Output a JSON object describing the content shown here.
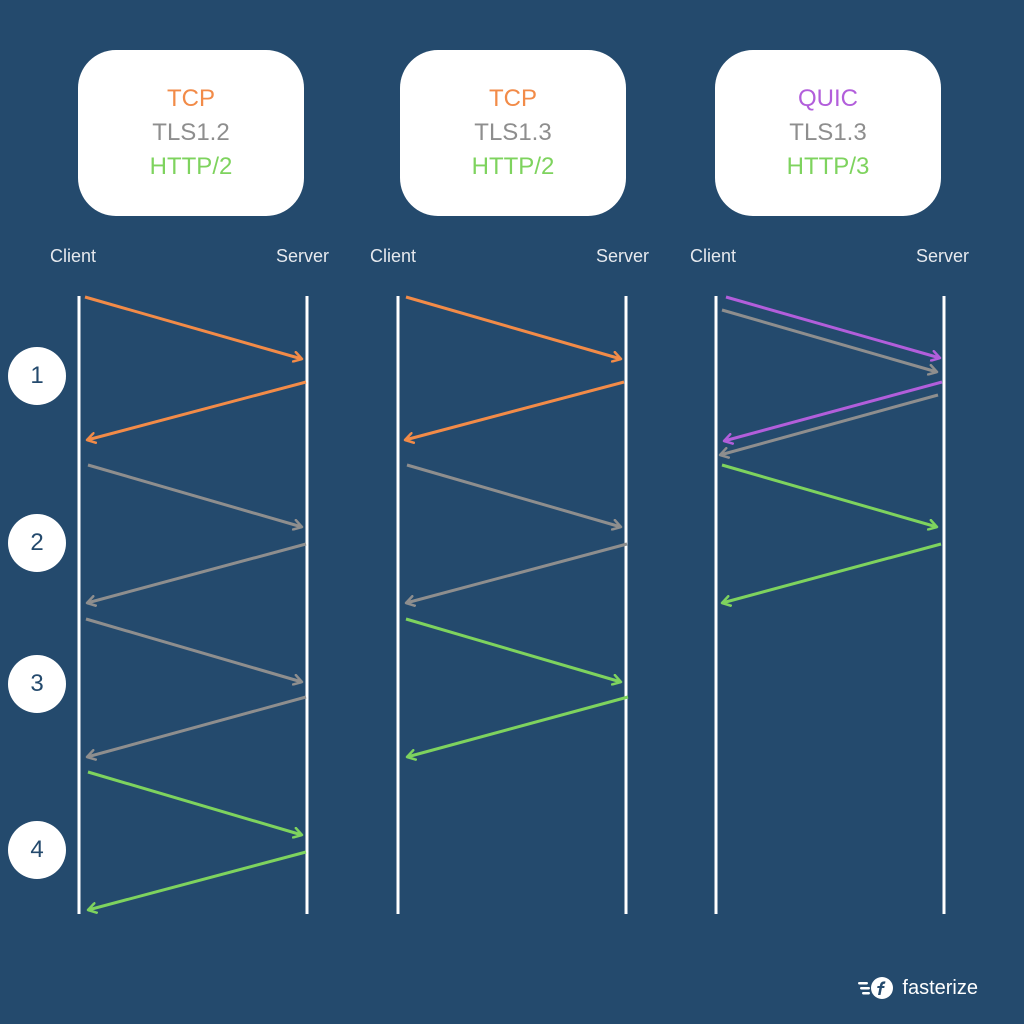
{
  "columns": [
    {
      "transport": "TCP",
      "tls": "TLS1.2",
      "http": "HTTP/2",
      "client_label": "Client",
      "server_label": "Server"
    },
    {
      "transport": "TCP",
      "tls": "TLS1.3",
      "http": "HTTP/2",
      "client_label": "Client",
      "server_label": "Server"
    },
    {
      "transport": "QUIC",
      "tls": "TLS1.3",
      "http": "HTTP/3",
      "client_label": "Client",
      "server_label": "Server"
    }
  ],
  "steps": [
    "1",
    "2",
    "3",
    "4"
  ],
  "brand": {
    "name": "fasterize"
  },
  "colors": {
    "background": "#244A6D",
    "tcp": "#F28B48",
    "tls": "#8E8E8E",
    "http": "#7ED35E",
    "quic": "#B25EDB",
    "line": "#FFFFFF"
  },
  "flows": [
    [
      "tcp",
      "tls",
      "tls",
      "http"
    ],
    [
      "tcp",
      "tls",
      "http"
    ],
    [
      "quic+tls",
      "http"
    ]
  ]
}
